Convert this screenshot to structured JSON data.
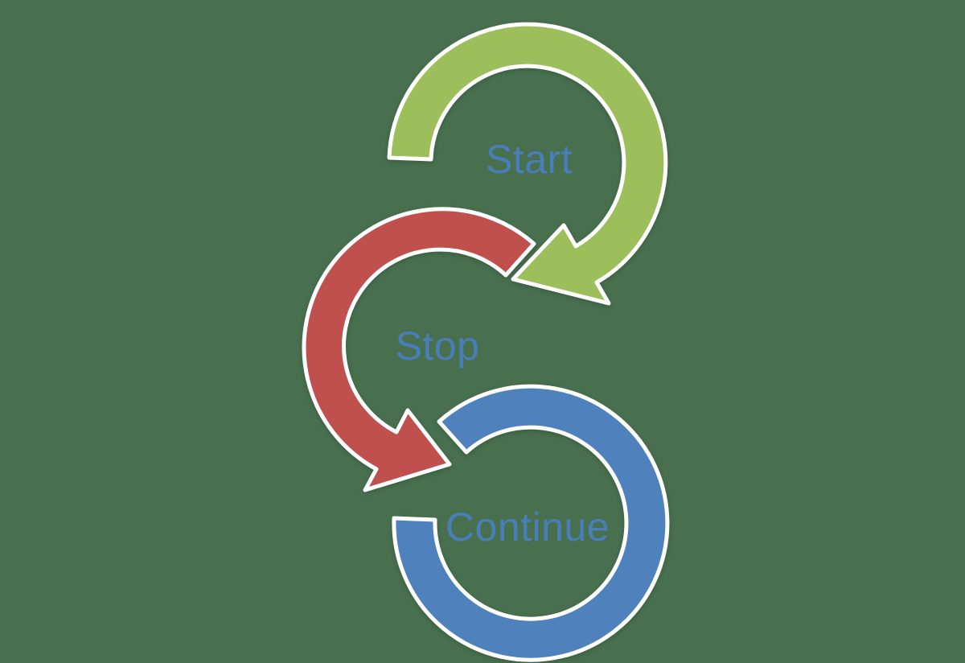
{
  "diagram": {
    "title": "start-stop-continue process cycle",
    "background_color": "#48704F",
    "outline_color": "#FFFFFF",
    "label_color": "#4A7EBB",
    "steps": [
      {
        "label": "Start",
        "color": "#9CBF5C",
        "shape": "circular-arrow-clockwise"
      },
      {
        "label": "Stop",
        "color": "#C0504D",
        "shape": "circular-arrow-counterclockwise"
      },
      {
        "label": "Continue",
        "color": "#4F81BD",
        "shape": "open-ring"
      }
    ]
  }
}
